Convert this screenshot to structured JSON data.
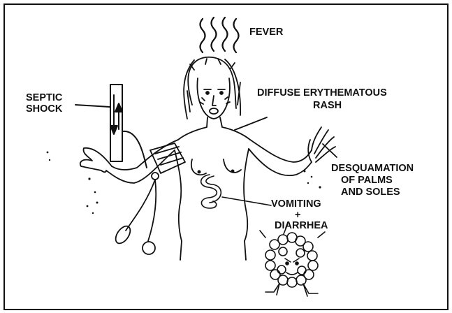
{
  "labels": {
    "fever": "FEVER",
    "septic_shock_1": "SEPTIC",
    "septic_shock_2": "SHOCK",
    "rash_1": "DIFFUSE ERYTHEMATOUS",
    "rash_2": "RASH",
    "desq_1": "DESQUAMATION",
    "desq_2": "OF PALMS",
    "desq_3": "AND SOLES",
    "vomit_1": "VOMITING",
    "vomit_2": "+",
    "vomit_3": "DIARRHEA"
  },
  "colors": {
    "ink": "#111111",
    "background": "#ffffff"
  }
}
